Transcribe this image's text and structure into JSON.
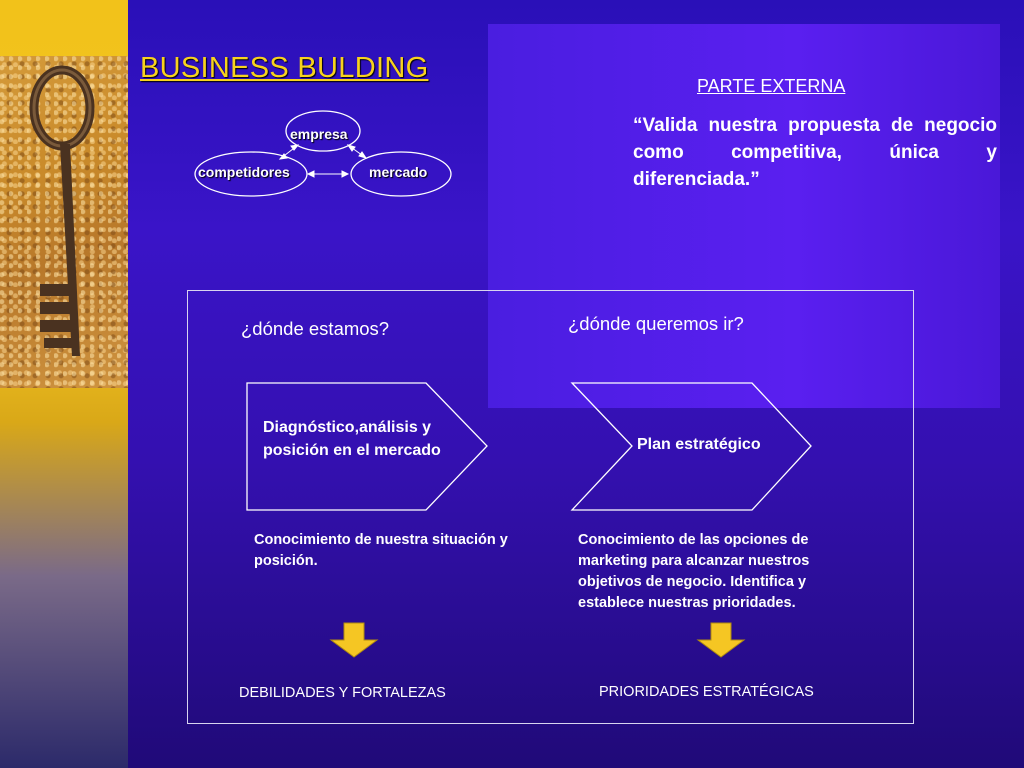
{
  "title": "BUSINESS BULDING",
  "triangle": {
    "empresa": "empresa",
    "competidores": "competidores",
    "mercado": "mercado"
  },
  "external": {
    "heading": "PARTE EXTERNA",
    "quote": "“Valida nuestra propuesta de negocio como competitiva, única y diferenciada.”"
  },
  "process": {
    "left": {
      "question": "¿dónde estamos?",
      "chevron_label": "Diagnóstico,análisis y posición en el mercado",
      "description": "Conocimiento de nuestra situación y posición.",
      "outcome": "DEBILIDADES Y FORTALEZAS"
    },
    "right": {
      "question": "¿dónde queremos ir?",
      "chevron_label": "Plan estratégico",
      "description": "Conocimiento de las opciones de marketing para alcanzar nuestros objetivos de negocio. Identifica y establece nuestras prioridades.",
      "outcome": "PRIORIDADES ESTRATÉGICAS"
    }
  },
  "colors": {
    "title": "#f7d21e",
    "arrow": "#f5c623",
    "background": "#3412c0"
  },
  "icons": [
    "key-photo",
    "down-arrow-icon"
  ]
}
